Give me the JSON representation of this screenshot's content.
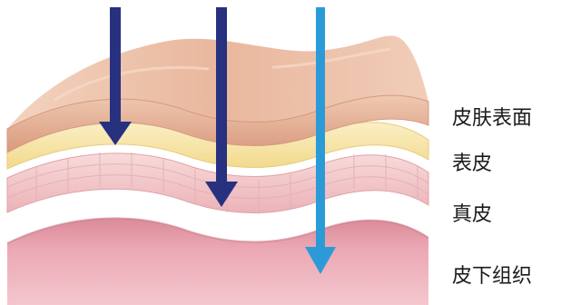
{
  "labels": {
    "skin_surface": "皮肤表面",
    "epidermis": "表皮",
    "dermis": "真皮",
    "subcutaneous": "皮下组织"
  },
  "colors": {
    "surface_layer": "#E6B49A",
    "epidermis_layer": "#F7E3A6",
    "dermis_layer": "#F2C4C4",
    "subcutaneous_layer": "#EBA8B4",
    "shallow_arrow": "#27317F",
    "deep_arrow": "#2D9AD8"
  }
}
